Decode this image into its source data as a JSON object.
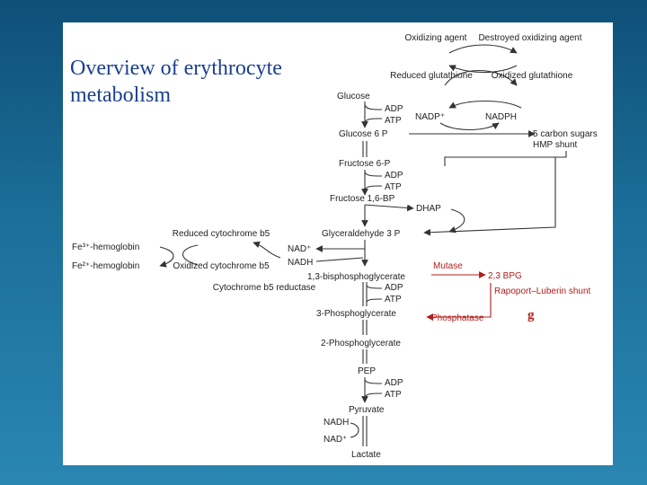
{
  "title": "Overview of erythrocyte metabolism",
  "colors": {
    "accent": "#1a3f8f",
    "background": "#1b6f99",
    "red": "#b21d1d"
  },
  "diagram": {
    "oxidizing_agent": "Oxidizing agent",
    "destroyed_oxidizing_agent": "Destroyed oxidizing agent",
    "reduced_glutathione": "Reduced glutathione",
    "oxidized_glutathione": "Oxidized glutathione",
    "nadp_plus": "NADP⁺",
    "nadph": "NADPH",
    "glucose": "Glucose",
    "adp": "ADP",
    "atp": "ATP",
    "glucose_6p": "Glucose 6 P",
    "five_carbon_sugars": "5 carbon sugars",
    "hmp_shunt": "HMP shunt",
    "fructose_6p": "Fructose 6-P",
    "fructose_16bp": "Fructose 1,6-BP",
    "dhap": "DHAP",
    "glyceraldehyde_3p": "Glyceraldehyde 3 P",
    "reduced_cyt_b5": "Reduced cytochrome b5",
    "oxidized_cyt_b5": "Oxidized cytochrome b5",
    "fe3_hemoglobin": "Fe³⁺-hemoglobin",
    "fe2_hemoglobin": "Fe²⁺-hemoglobin",
    "nad_plus": "NAD⁺",
    "nadh": "NADH",
    "cyt_b5_reductase": "Cytochrome b5 reductase",
    "bpg_13": "1,3-bisphosphoglycerate",
    "mutase": "Mutase",
    "bpg_23": "2,3 BPG",
    "rapoport_shunt": "Rapoport–Luberin shunt",
    "phosphatase": "Phosphatase",
    "pg_3": "3-Phosphoglycerate",
    "pg_2": "2-Phosphoglycerate",
    "pep": "PEP",
    "pyruvate": "Pyruvate",
    "lactate": "Lactate",
    "g_mark": "g"
  }
}
